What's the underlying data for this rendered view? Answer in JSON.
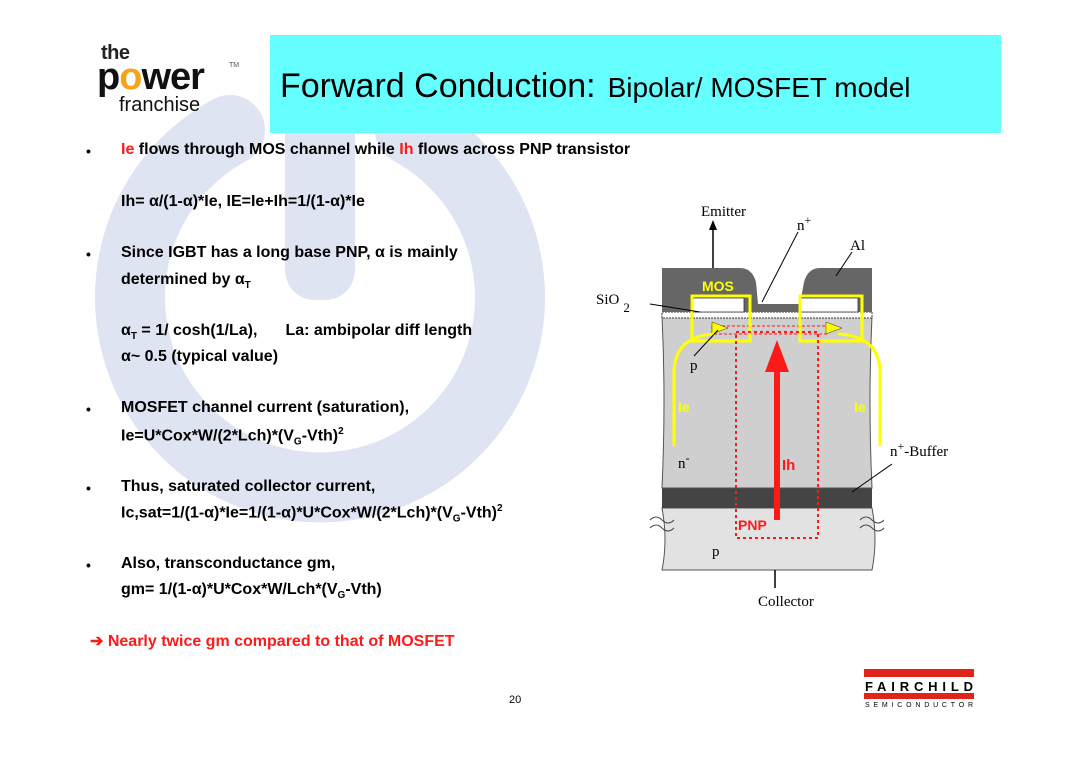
{
  "logo": {
    "the": "the",
    "power_prefix": "p",
    "power_o": "o",
    "power_suffix": "wer",
    "tm": "TM",
    "franchise": "franchise"
  },
  "title": {
    "main": "Forward Conduction:",
    "sub": "Bipolar/ MOSFET model"
  },
  "bullets": {
    "b1": {
      "ie": "Ie",
      "t1": " flows through MOS channel while ",
      "ih": "Ih",
      "t2": " flows across PNP transistor"
    },
    "eq1": {
      "a": "Ih= ",
      "b": "α",
      "c": "/(1-",
      "d": "α",
      "e": ")*Ie, IE=Ie+Ih=1/(1-",
      "f": "α",
      "g": ")*Ie"
    },
    "b2": {
      "line1a": "Since IGBT has a long base PNP, ",
      "alpha": "α",
      "line1b": " is mainly",
      "line2": "determined by ",
      "alphaT": "α",
      "subT": "T"
    },
    "eq2": {
      "alphaT": "α",
      "subT": "T",
      "t1": " = 1/ cosh(1/La),",
      "t2": "La: ambipolar diff length"
    },
    "eq3": {
      "alpha": "α",
      "t1": "~ 0.5 (typical value)"
    },
    "b3": {
      "line1": "MOSFET channel current (saturation),",
      "line2a": "Ie=U*Cox*W/(2*Lch)*(V",
      "sub": "G",
      "line2b": "-Vth)",
      "sup": "2"
    },
    "b4": {
      "line1": "Thus, saturated collector current,",
      "line2a": "Ic,sat=1/(1-",
      "alpha1": "α",
      "line2b": ")*Ie=1/(1-",
      "alpha2": "α",
      "line2c": ")*U*Cox*W/(2*Lch)*(V",
      "sub": "G",
      "line2d": "-Vth)",
      "sup": "2"
    },
    "b5": {
      "line1": "Also, transconductance gm,",
      "line2a": "gm= 1/(1-",
      "alpha": "α",
      "line2b": ")*U*Cox*W/Lch*(V",
      "sub": "G",
      "line2c": "-Vth)"
    },
    "conclusion": {
      "arrow": "➔",
      "text": " Nearly twice gm compared to that of MOSFET"
    },
    "marker": "•"
  },
  "diagram": {
    "emitter": "Emitter",
    "nplus": "n",
    "nplus_sup": "+",
    "al": "Al",
    "mos": "MOS",
    "sio2": "SiO",
    "sio2_sub": "2",
    "p_top": "p",
    "ie_left": "Ie",
    "ie_right": "Ie",
    "ih": "Ih",
    "n_minus": "n",
    "n_minus_sup": "-",
    "buffer_n": "n",
    "buffer_sup": "+",
    "buffer": "-Buffer",
    "pnp": "PNP",
    "p_bottom": "p",
    "collector": "Collector",
    "colors": {
      "yellow": "#ffff00",
      "red": "#ff1a1a",
      "al": "#666666",
      "body": "#cfcfcf",
      "buffer": "#444444",
      "p_sub": "#e2e2e2"
    }
  },
  "footer": {
    "page": "20",
    "brand": "FAIRCHILD",
    "brand_sub": "SEMICONDUCTOR"
  }
}
